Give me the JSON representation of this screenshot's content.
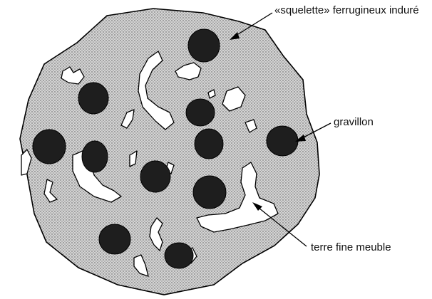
{
  "labels": {
    "skeleton": "«squelette» ferrugineux induré",
    "gravel": "gravillon",
    "soil": "terre fine meuble"
  },
  "colors": {
    "matrix_fill": "#d4d4d4",
    "matrix_dots": "#555555",
    "gravel": "#1e1e1e",
    "outline": "#000000",
    "void": "#ffffff"
  }
}
